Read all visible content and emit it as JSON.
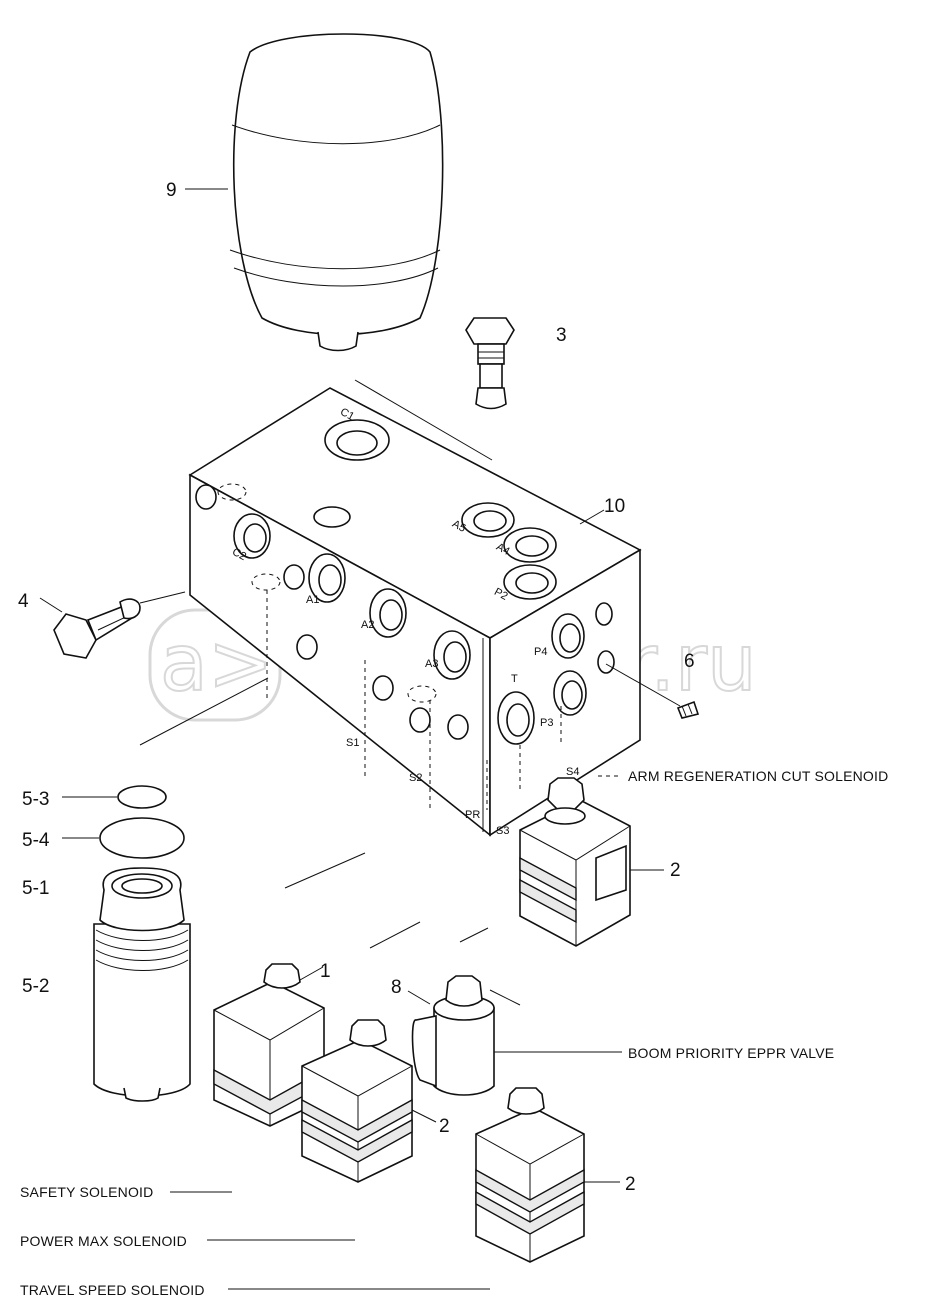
{
  "watermark": {
    "mark": "a>",
    "text": "autopiter.ru"
  },
  "callouts": {
    "c9": "9",
    "c3": "3",
    "c10": "10",
    "c4": "4",
    "c6": "6",
    "c5_3": "5-3",
    "c5_4": "5-4",
    "c5_1": "5-1",
    "c5_2": "5-2",
    "c2_top": "2",
    "c1": "1",
    "c8": "8",
    "c2_mid": "2",
    "c2_bot": "2"
  },
  "ports": {
    "C1": "C1",
    "C2": "C2",
    "A1": "A1",
    "A2": "A2",
    "A3": "A3",
    "A4": "A4",
    "A5": "A5",
    "P2": "P2",
    "P3": "P3",
    "P4": "P4",
    "T": "T",
    "S1": "S1",
    "S2": "S2",
    "S3": "S3",
    "S4": "S4",
    "PR": "PR"
  },
  "labels": {
    "arm_regen": "ARM REGENERATION CUT SOLENOID",
    "boom_priority": "BOOM PRIORITY EPPR VALVE",
    "safety": "SAFETY SOLENOID",
    "power_max": "POWER MAX SOLENOID",
    "travel_speed": "TRAVEL SPEED SOLENOID"
  }
}
